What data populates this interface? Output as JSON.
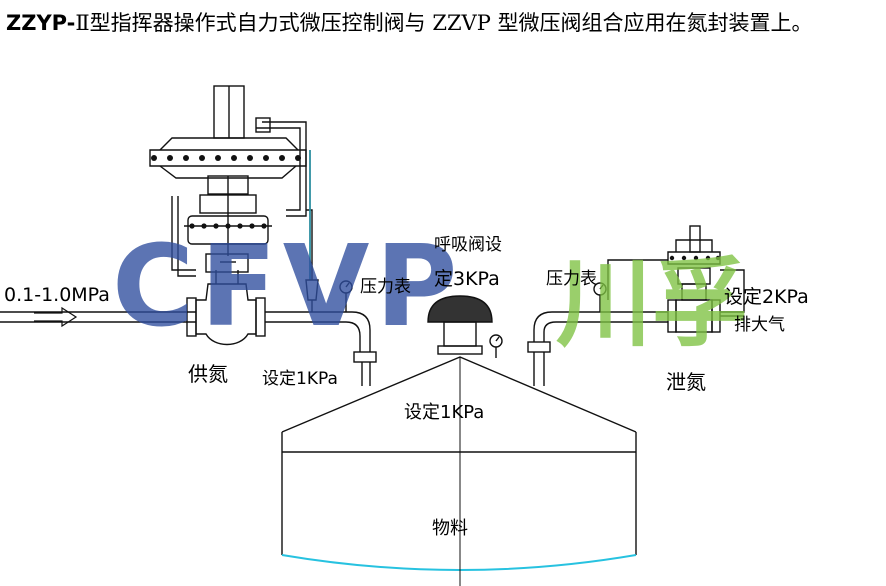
{
  "header": {
    "title_bold": "ZZYP-",
    "title_rest": "Ⅱ型指挥器操作式自力式微压控制阀与 ZZVP 型微压阀组合应用在氮封装置上。"
  },
  "labels": {
    "inlet_pressure": "0.1-1.0MPa",
    "supply_n2": "供氮",
    "set_1kpa_left": "设定1KPa",
    "gauge_left": "压力表",
    "breather_line1": "呼吸阀设",
    "breather_line2": "定3KPa",
    "gauge_right": "压力表",
    "set_2kpa": "设定2KPa",
    "vent": "排大气",
    "vent_n2": "泄氮",
    "tank_set": "设定1KPa",
    "material": "物料"
  },
  "watermark": {
    "left_text": "CFVP",
    "right_text": "川孚",
    "left_color": "#2f4e9e",
    "right_color": "#7ec242"
  },
  "colors": {
    "line": "#111111",
    "tube": "#2c8ea0",
    "tank_bottom": "#27c2e0"
  }
}
